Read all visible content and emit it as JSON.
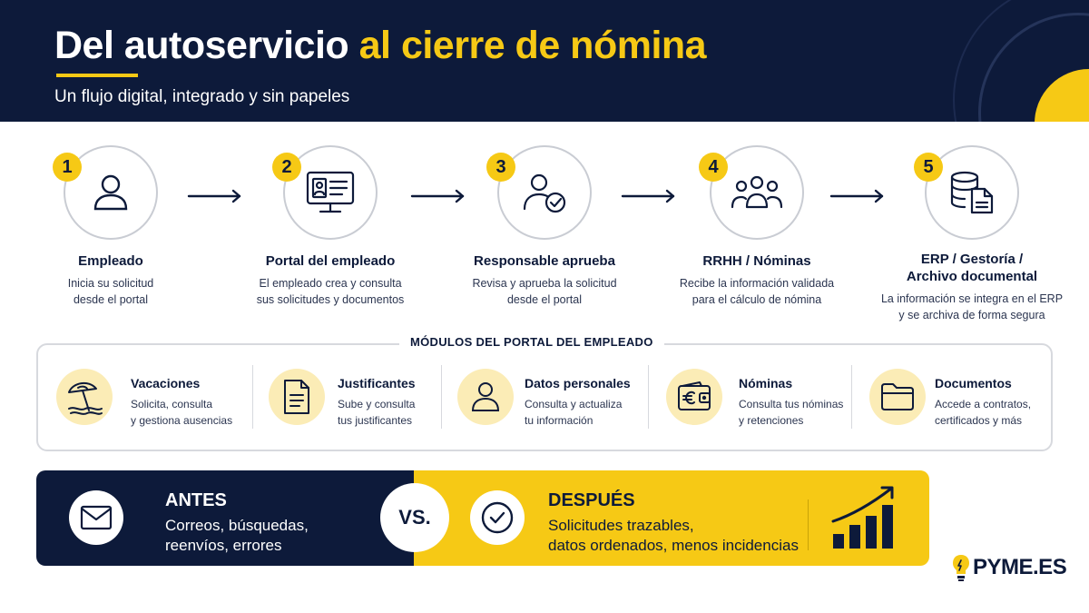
{
  "header": {
    "title_part1": "Del autoservicio",
    "title_part2": "al cierre de nómina",
    "subtitle": "Un flujo digital, integrado y sin papeles"
  },
  "steps": [
    {
      "number": "1",
      "title": "Empleado",
      "desc_line1": "Inicia su solicitud",
      "desc_line2": "desde el portal",
      "icon": "user-icon"
    },
    {
      "number": "2",
      "title": "Portal del empleado",
      "desc_line1": "El empleado crea y consulta",
      "desc_line2": "sus solicitudes y documentos",
      "icon": "monitor-profile-icon"
    },
    {
      "number": "3",
      "title": "Responsable aprueba",
      "desc_line1": "Revisa y aprueba la solicitud",
      "desc_line2": "desde el portal",
      "icon": "user-check-icon"
    },
    {
      "number": "4",
      "title": "RRHH / Nóminas",
      "desc_line1": "Recibe la información validada",
      "desc_line2": "para el cálculo de nómina",
      "icon": "group-icon"
    },
    {
      "number": "5",
      "title_line1": "ERP / Gestoría /",
      "title_line2": "Archivo documental",
      "desc_line1": "La información se integra en el ERP",
      "desc_line2": "y se archiva de forma segura",
      "icon": "database-document-icon"
    }
  ],
  "modules": {
    "title": "MÓDULOS DEL PORTAL DEL EMPLEADO",
    "items": [
      {
        "title": "Vacaciones",
        "desc_line1": "Solicita, consulta",
        "desc_line2": "y gestiona ausencias",
        "icon": "beach-umbrella-icon"
      },
      {
        "title": "Justificantes",
        "desc_line1": "Sube y consulta",
        "desc_line2": "tus justificantes",
        "icon": "document-icon"
      },
      {
        "title": "Datos personales",
        "desc_line1": "Consulta y actualiza",
        "desc_line2": "tu información",
        "icon": "user-icon"
      },
      {
        "title": "Nóminas",
        "desc_line1": "Consulta tus nóminas",
        "desc_line2": "y retenciones",
        "icon": "euro-wallet-icon"
      },
      {
        "title": "Documentos",
        "desc_line1": "Accede a contratos,",
        "desc_line2": "certificados y más",
        "icon": "folder-icon"
      }
    ]
  },
  "compare": {
    "before_title": "ANTES",
    "before_line1": "Correos, búsquedas,",
    "before_line2": "reenvíos, errores",
    "vs": "VS.",
    "after_title": "DESPUÉS",
    "after_line1": "Solicitudes trazables,",
    "after_line2": "datos ordenados, menos incidencias"
  },
  "logo": {
    "text": "PYME.ES"
  },
  "colors": {
    "navy": "#0d1a3a",
    "yellow": "#f6c915",
    "light_yellow": "#fbecb6"
  }
}
